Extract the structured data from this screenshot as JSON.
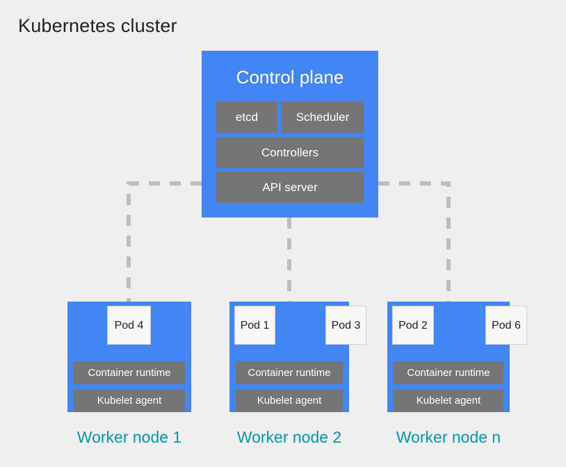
{
  "page": {
    "title": "Kubernetes cluster",
    "background_color": "#efefef"
  },
  "colors": {
    "node_blue": "#4285f4",
    "component_gray": "#757575",
    "pod_white": "#f7f7f7",
    "label_teal": "#0097a7",
    "connector_gray": "#bdbdbd",
    "title_text": "#202124"
  },
  "control_plane": {
    "title": "Control plane",
    "components": [
      {
        "label": "etcd"
      },
      {
        "label": "Scheduler"
      },
      {
        "label": "Controllers"
      },
      {
        "label": "API server"
      }
    ]
  },
  "worker_nodes": [
    {
      "label": "Worker node 1",
      "pods": [
        {
          "label": "Pod 4"
        }
      ],
      "components": [
        {
          "label": "Container runtime"
        },
        {
          "label": "Kubelet agent"
        }
      ]
    },
    {
      "label": "Worker node 2",
      "pods": [
        {
          "label": "Pod 1"
        },
        {
          "label": "Pod 3"
        }
      ],
      "components": [
        {
          "label": "Container runtime"
        },
        {
          "label": "Kubelet agent"
        }
      ]
    },
    {
      "label": "Worker node n",
      "pods": [
        {
          "label": "Pod 2"
        },
        {
          "label": "Pod 6"
        }
      ],
      "components": [
        {
          "label": "Container runtime"
        },
        {
          "label": "Kubelet agent"
        }
      ]
    }
  ],
  "connections": [
    {
      "from": "API server",
      "to": "Worker node 1",
      "style": "dashed"
    },
    {
      "from": "API server",
      "to": "Worker node 2",
      "style": "dashed"
    },
    {
      "from": "API server",
      "to": "Worker node n",
      "style": "dashed"
    }
  ]
}
